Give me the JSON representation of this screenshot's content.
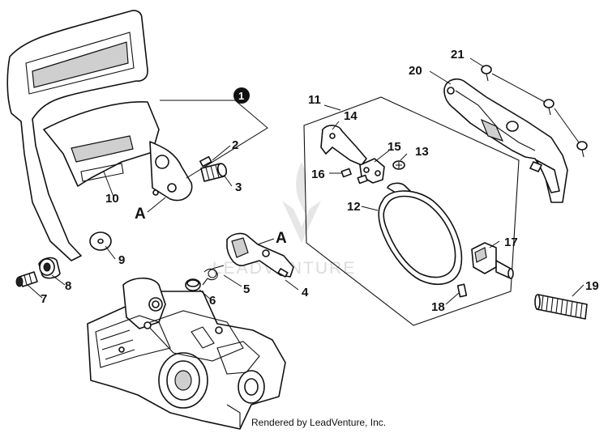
{
  "diagram": {
    "callouts": {
      "c1": "1",
      "c2": "2",
      "c3": "3",
      "c4": "4",
      "c5": "5",
      "c6": "6",
      "c7": "7",
      "c8": "8",
      "c9": "9",
      "c10": "10",
      "c11": "11",
      "c12": "12",
      "c13": "13",
      "c14": "14",
      "c15": "15",
      "c16": "16",
      "c17": "17",
      "c18": "18",
      "c19": "19",
      "c20": "20",
      "c21": "21"
    },
    "markers": {
      "a_left": "A",
      "a_right": "A"
    },
    "watermark": "LEADVENTURE",
    "footer": "Rendered by LeadVenture, Inc."
  }
}
